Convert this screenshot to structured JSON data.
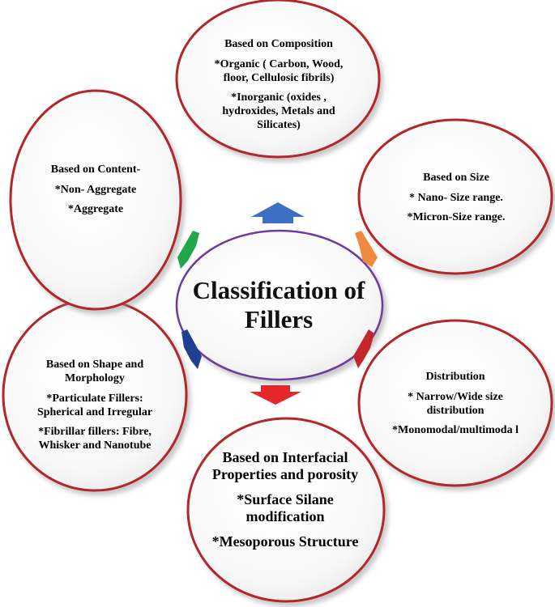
{
  "center": {
    "title": "Classification of Fillers"
  },
  "nodes": {
    "composition": {
      "title": "Based on Composition",
      "items": [
        "*Organic ( Carbon, Wood, floor, Cellulosic fibrils)",
        "*Inorganic (oxides , hydroxides, Metals and Silicates)"
      ]
    },
    "size": {
      "title": "Based on Size",
      "items": [
        "* Nano- Size range.",
        "*Micron-Size range."
      ]
    },
    "distribution": {
      "title": "Distribution",
      "items": [
        "* Narrow/Wide size distribution",
        "*Monomodal/multimoda l"
      ]
    },
    "interfacial": {
      "title": "Based on Interfacial Properties and porosity",
      "items": [
        "*Surface Silane modification",
        "*Mesoporous Structure"
      ]
    },
    "shape": {
      "title": "Based on Shape and Morphology",
      "items": [
        "*Particulate Fillers: Spherical and Irregular",
        "*Fibrillar fillers: Fibre, Whisker and Nanotube"
      ]
    },
    "content": {
      "title": "Based on Content-",
      "items": [
        "*Non- Aggregate",
        "*Aggregate"
      ]
    }
  },
  "colors": {
    "circle_border": "#b3262a",
    "center_border": "#6a3d9a",
    "arrow_up": "#3d6fc2",
    "arrow_down": "#e5262a",
    "arrow_right_up": "#f08a3e",
    "arrow_right_down": "#c3262c",
    "arrow_left_up": "#22a64a",
    "arrow_left_down": "#1f3f8f"
  }
}
